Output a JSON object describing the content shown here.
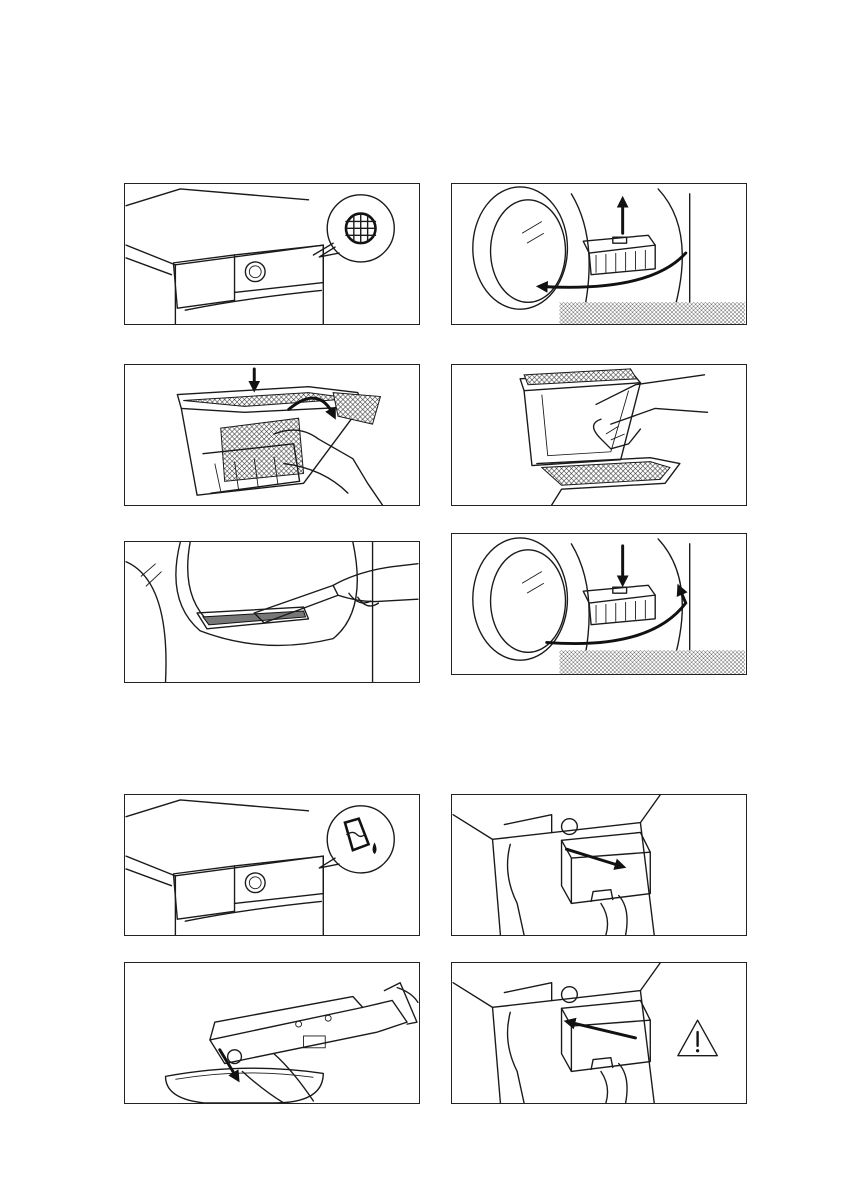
{
  "page": {
    "background": "#ffffff",
    "line_color": "#1a1a1a"
  },
  "sections": [
    {
      "name": "filter-cleaning",
      "steps": [
        {
          "id": 1,
          "illustration": "dryer-top-with-filter-icon",
          "icon": "filter-grid-icon"
        },
        {
          "id": 2,
          "illustration": "open-door-remove-filter",
          "icon": "arrow-up-icon"
        },
        {
          "id": 3,
          "illustration": "press-and-open-filter",
          "icon": "arrow-down-icon"
        },
        {
          "id": 4,
          "illustration": "clean-filter-by-hand",
          "icon": "hand-icon"
        },
        {
          "id": 5,
          "illustration": "clean-door-seal",
          "icon": "brush-icon"
        },
        {
          "id": 6,
          "illustration": "insert-filter-close-door",
          "icon": "arrow-down-icon"
        }
      ]
    },
    {
      "name": "water-container-emptying",
      "steps": [
        {
          "id": 7,
          "illustration": "dryer-top-with-water-icon",
          "icon": "water-container-icon"
        },
        {
          "id": 8,
          "illustration": "pull-out-container",
          "icon": "arrow-right-icon"
        },
        {
          "id": 9,
          "illustration": "empty-container-in-sink",
          "icon": "arrow-down-icon"
        },
        {
          "id": 10,
          "illustration": "push-in-container",
          "icon": "warning-icon"
        }
      ]
    }
  ]
}
